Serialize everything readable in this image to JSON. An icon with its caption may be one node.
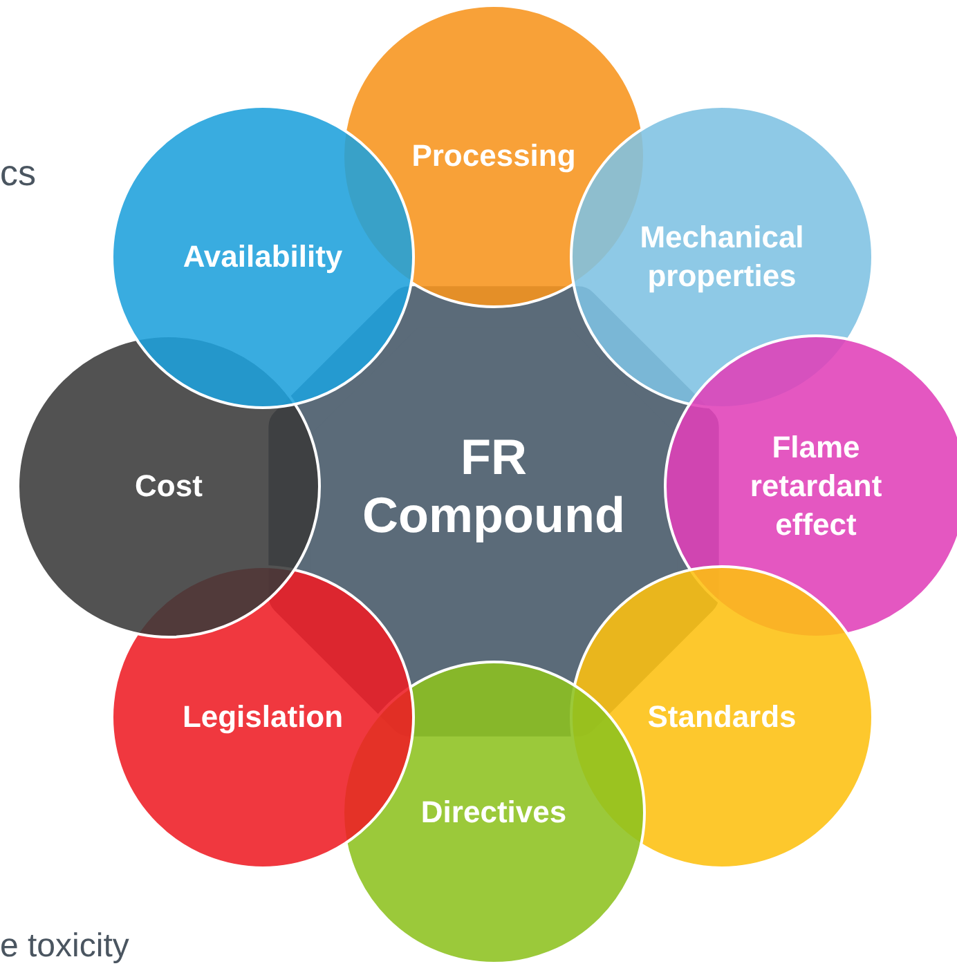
{
  "diagram": {
    "nodes": [
      {
        "text": [
          "FR Compound"
        ]
      },
      {
        "text": [
          "Processing"
        ]
      },
      {
        "text": [
          "Mechanical properties"
        ]
      },
      {
        "text": [
          "Flame retardant effect"
        ]
      },
      {
        "text": [
          "Standards"
        ]
      },
      {
        "text": [
          "Directives"
        ]
      },
      {
        "text": [
          "Legislation"
        ]
      },
      {
        "text": [
          "Cost"
        ]
      },
      {
        "text": [
          "Availability"
        ]
      }
    ],
    "labels": [
      "cs",
      "e toxicity"
    ]
  }
}
